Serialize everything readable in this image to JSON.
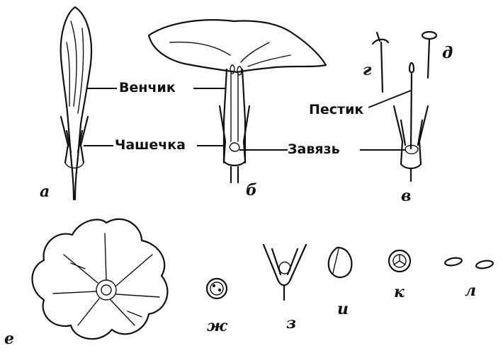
{
  "labels": {
    "venchik": "Венчик",
    "chashechka": "Чашечка",
    "pestik": "Пестик",
    "zavyaz": "Завязь"
  },
  "letters": {
    "a": "а",
    "b": "б",
    "v": "в",
    "g": "г",
    "d": "д",
    "e": "е",
    "zh": "ж",
    "z": "з",
    "i": "и",
    "k": "к",
    "l": "л"
  }
}
